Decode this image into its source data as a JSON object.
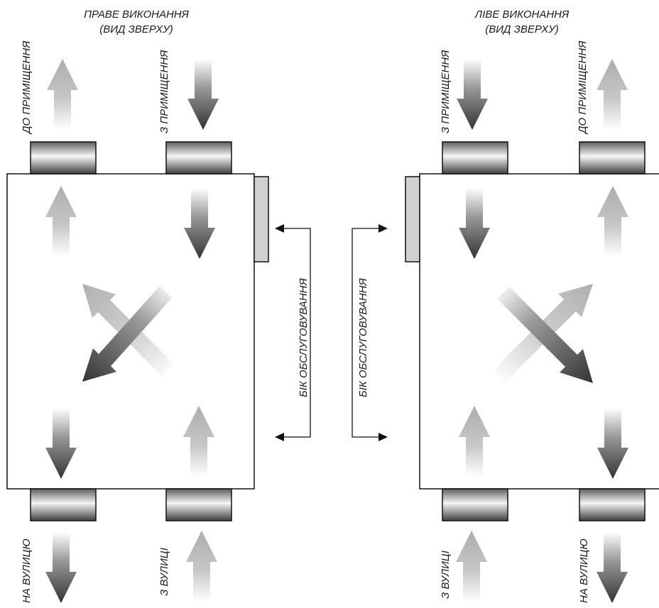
{
  "right_version": {
    "title_line1": "ПРАВЕ ВИКОНАННЯ",
    "title_line2": "(ВИД ЗВЕРХУ)",
    "top_left_label": "ДО ПРИМІЩЕННЯ",
    "top_right_label": "З ПРИМІЩЕННЯ",
    "bottom_left_label": "НА ВУЛИЦЮ",
    "bottom_right_label": "З ВУЛИЦІ"
  },
  "left_version": {
    "title_line1": "ЛІВЕ ВИКОНАННЯ",
    "title_line2": "(ВИД ЗВЕРХУ)",
    "top_left_label": "З ПРИМІЩЕННЯ",
    "top_right_label": "ДО ПРИМІЩЕННЯ",
    "bottom_left_label": "З ВУЛИЦІ",
    "bottom_right_label": "НА ВУЛИЦЮ"
  },
  "service_side_label": "БІК ОБСЛУГОВУВАННЯ",
  "colors": {
    "supply_arrow": "#b5b5b5",
    "exhaust_arrow": "#4a4a4a",
    "service_panel": "#d0d0d0",
    "outline": "#111111"
  }
}
